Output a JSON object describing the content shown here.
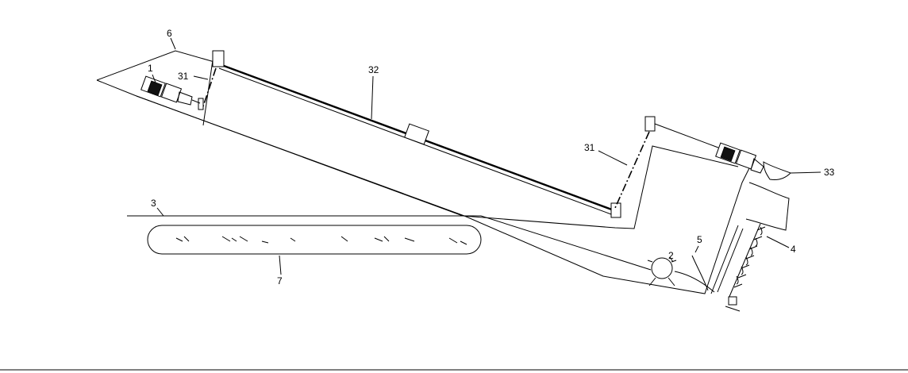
{
  "labels": {
    "l1": "1",
    "l2": "2",
    "l3": "3",
    "l4": "4",
    "l5": "5",
    "l6": "6",
    "l7": "7",
    "l31a": "31",
    "l31b": "31",
    "l32": "32",
    "l33": "33"
  }
}
